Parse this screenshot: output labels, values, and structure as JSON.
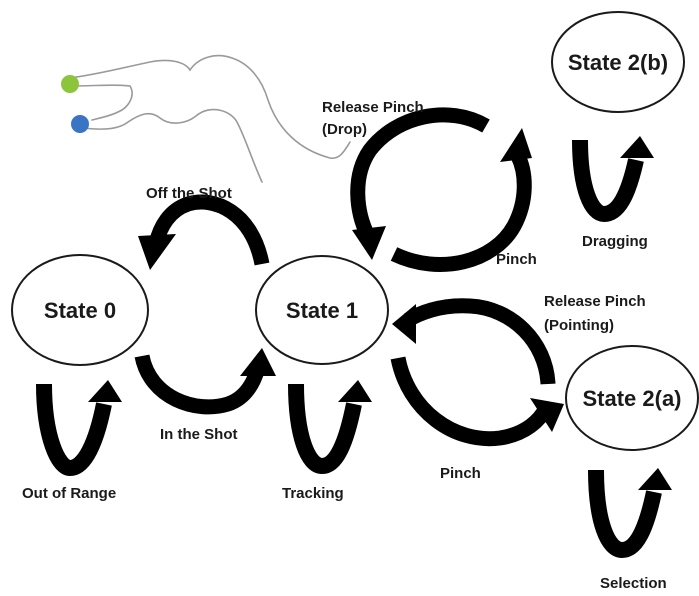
{
  "states": [
    {
      "id": "s0",
      "label": "State 0"
    },
    {
      "id": "s1",
      "label": "State 1"
    },
    {
      "id": "s2a",
      "label": "State 2(a)"
    },
    {
      "id": "s2b",
      "label": "State 2(b)"
    }
  ],
  "transitions": {
    "off_the_shot": "Off the Shot",
    "in_the_shot": "In the Shot",
    "release_pinch_drop_1": "Release Pinch",
    "release_pinch_drop_2": "(Drop)",
    "pinch_to_dragging": "Pinch",
    "release_pinch_pointing_1": "Release Pinch",
    "release_pinch_pointing_2": "(Pointing)",
    "pinch_to_selection": "Pinch"
  },
  "self_loops": {
    "out_of_range": "Out of Range",
    "tracking": "Tracking",
    "dragging": "Dragging",
    "selection": "Selection"
  },
  "colors": {
    "stroke": "#1a1a1a",
    "fill": "#000000",
    "finger_top": "#8cc43c",
    "finger_bottom": "#3a74c4",
    "hand_outline": "#9a9a9a"
  }
}
